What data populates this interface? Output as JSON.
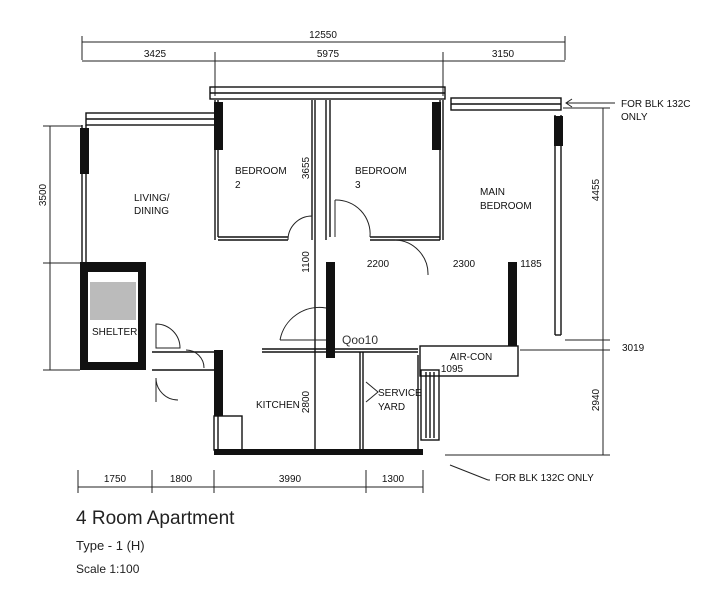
{
  "dimensions": {
    "overall": "12550",
    "top_segments": [
      "3425",
      "5975",
      "3150"
    ],
    "bottom_segments": [
      "1750",
      "1800",
      "3990",
      "1300"
    ],
    "left": "3500",
    "right_upper": "4455",
    "right_lower": "2940",
    "right_small": "3019",
    "interior": {
      "bed2_height": "3655",
      "corridor": "1100",
      "kitchen_height": "2800",
      "a": "2200",
      "b": "2300",
      "c": "1185",
      "aircon": "1095"
    }
  },
  "rooms": {
    "living": [
      "LIVING/",
      "DINING"
    ],
    "bedroom2": [
      "BEDROOM",
      "2"
    ],
    "bedroom3": [
      "BEDROOM",
      "3"
    ],
    "main": [
      "MAIN",
      "BEDROOM"
    ],
    "shelter": "SHELTER",
    "kitchen": "KITCHEN",
    "service": [
      "SERVICE",
      "YARD"
    ],
    "aircon": "AIR-CON"
  },
  "notes": {
    "blk_top": [
      "FOR BLK 132C",
      "ONLY"
    ],
    "blk_bottom": "FOR BLK 132C ONLY"
  },
  "watermark": "Qoo10",
  "caption": {
    "title": "4 Room Apartment",
    "type": "Type - 1 (H)",
    "scale": "Scale  1:100"
  }
}
